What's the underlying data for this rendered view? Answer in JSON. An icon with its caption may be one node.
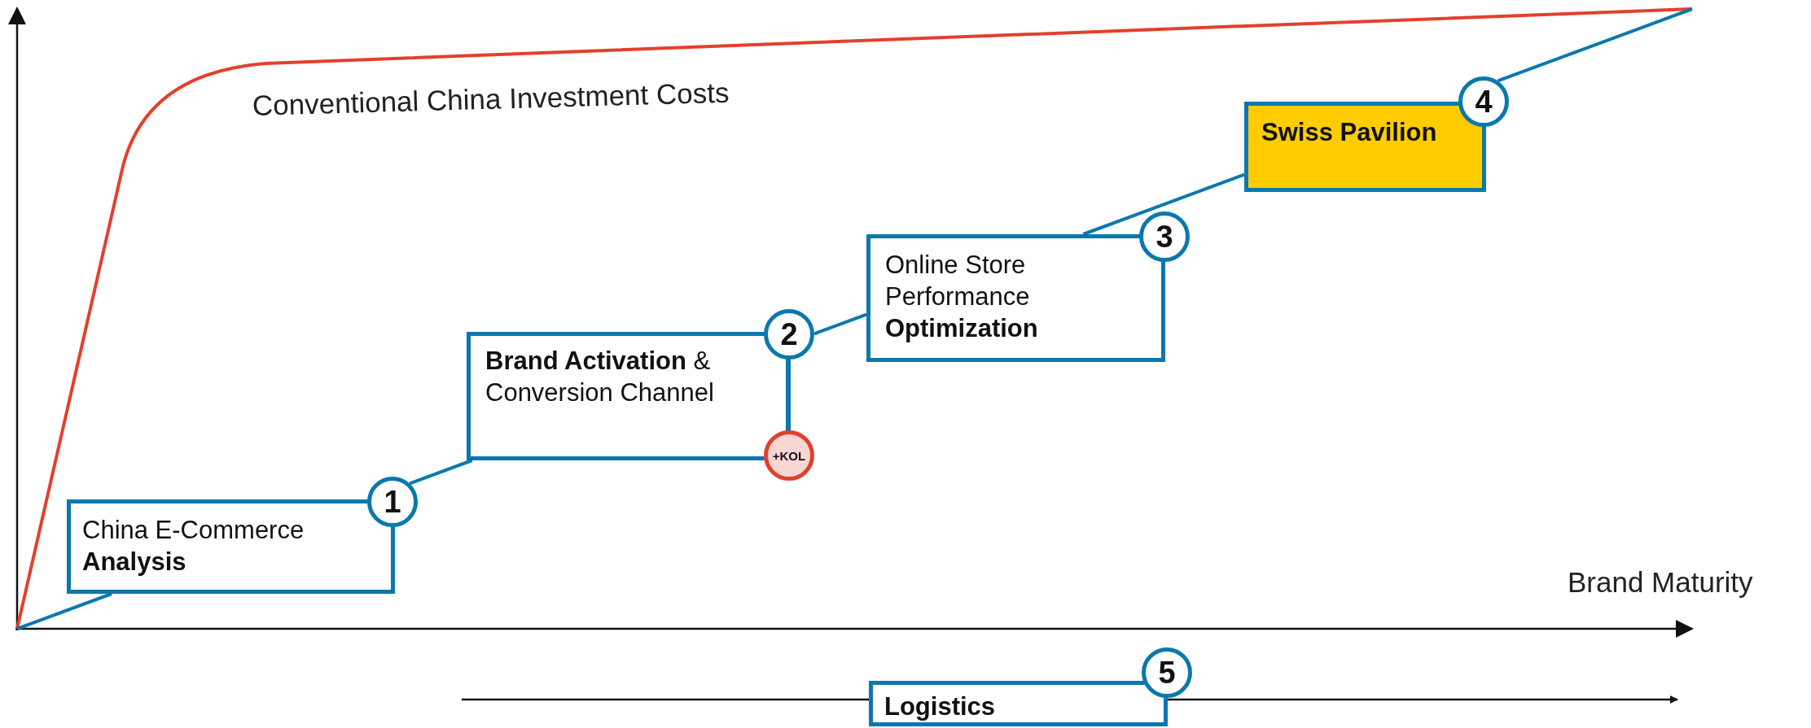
{
  "diagram": {
    "nodes": [
      {
        "text": [
          "China E-Commerce **Analysis**"
        ]
      },
      {
        "text": [
          "1"
        ]
      },
      {
        "text": [
          "**Brand Activation** & Conversion Channel"
        ]
      },
      {
        "text": [
          "2"
        ]
      },
      {
        "text": [
          "+KOL"
        ]
      },
      {
        "text": [
          "Online Store Performance **Optimization**"
        ]
      },
      {
        "text": [
          "3"
        ]
      },
      {
        "text": [
          "Swiss Pavilion"
        ]
      },
      {
        "text": [
          "4"
        ]
      },
      {
        "text": [
          "Logistics"
        ]
      },
      {
        "text": [
          "5"
        ]
      }
    ],
    "edges": [
      {
        "from": null,
        "to": 0,
        "arrow": "none"
      },
      {
        "from": 1,
        "to": 2,
        "arrow": "none"
      },
      {
        "from": 3,
        "to": 5,
        "arrow": "none"
      },
      {
        "from": 5,
        "to": 7,
        "arrow": "none"
      },
      {
        "from": 8,
        "to": null,
        "arrow": "none"
      },
      {
        "from": 3,
        "to": 4,
        "arrow": "none"
      },
      {
        "from": null,
        "to": 9,
        "arrow": "none",
        "color": "#111111"
      },
      {
        "from": 9,
        "to": null,
        "arrow": "to",
        "color": "#111111"
      }
    ],
    "labels": [
      "Conventional China Investment Costs",
      "Brand Maturity"
    ]
  }
}
